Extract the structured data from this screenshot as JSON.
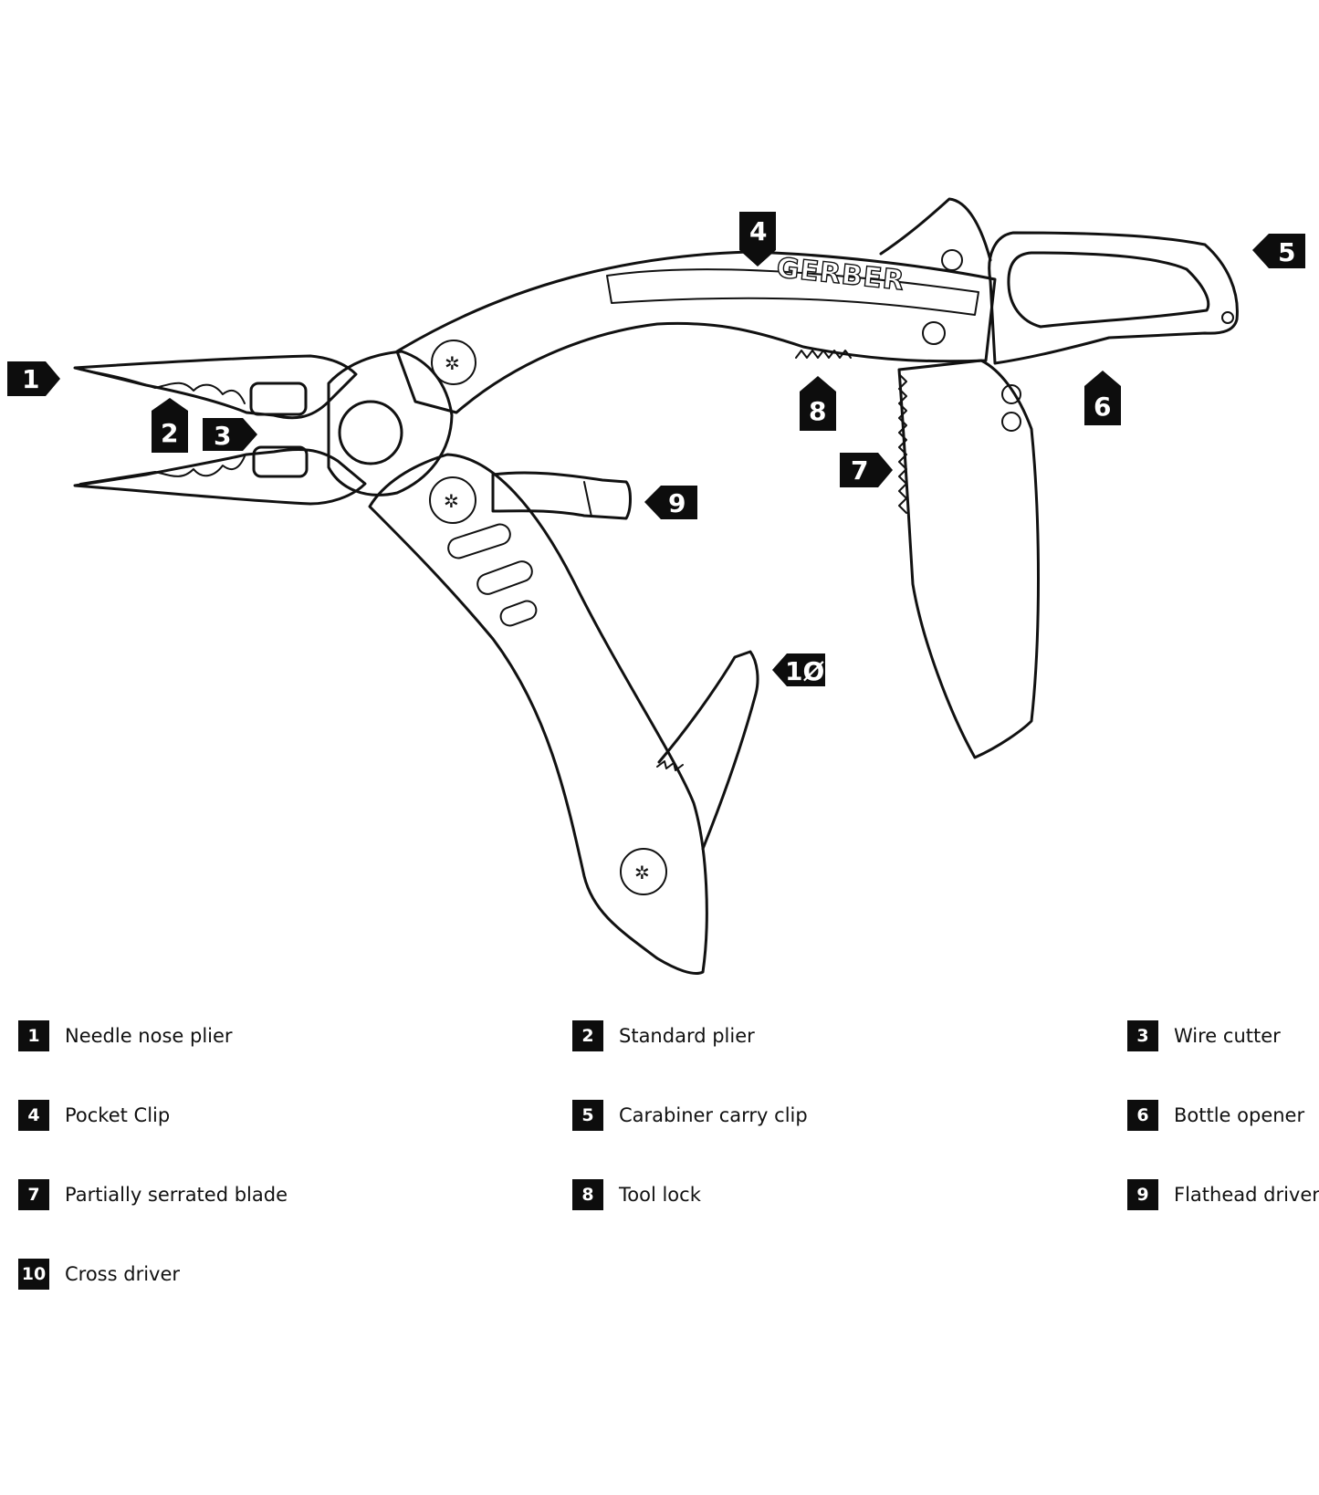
{
  "brand": "GERBER",
  "colors": {
    "ink": "#0d0d0d",
    "background": "#ffffff"
  },
  "callouts": [
    {
      "id": "1",
      "label": "1"
    },
    {
      "id": "2",
      "label": "2"
    },
    {
      "id": "3",
      "label": "3"
    },
    {
      "id": "4",
      "label": "4"
    },
    {
      "id": "5",
      "label": "5"
    },
    {
      "id": "6",
      "label": "6"
    },
    {
      "id": "7",
      "label": "7"
    },
    {
      "id": "8",
      "label": "8"
    },
    {
      "id": "9",
      "label": "9"
    },
    {
      "id": "10",
      "label": "1Ø"
    }
  ],
  "legend": [
    {
      "num": "1",
      "text": "Needle nose plier"
    },
    {
      "num": "2",
      "text": "Standard plier"
    },
    {
      "num": "3",
      "text": "Wire cutter"
    },
    {
      "num": "4",
      "text": "Pocket Clip"
    },
    {
      "num": "5",
      "text": "Carabiner carry clip"
    },
    {
      "num": "6",
      "text": "Bottle opener"
    },
    {
      "num": "7",
      "text": "Partially serrated blade"
    },
    {
      "num": "8",
      "text": "Tool lock"
    },
    {
      "num": "9",
      "text": "Flathead driver"
    },
    {
      "num": "10",
      "text": "Cross driver"
    }
  ]
}
